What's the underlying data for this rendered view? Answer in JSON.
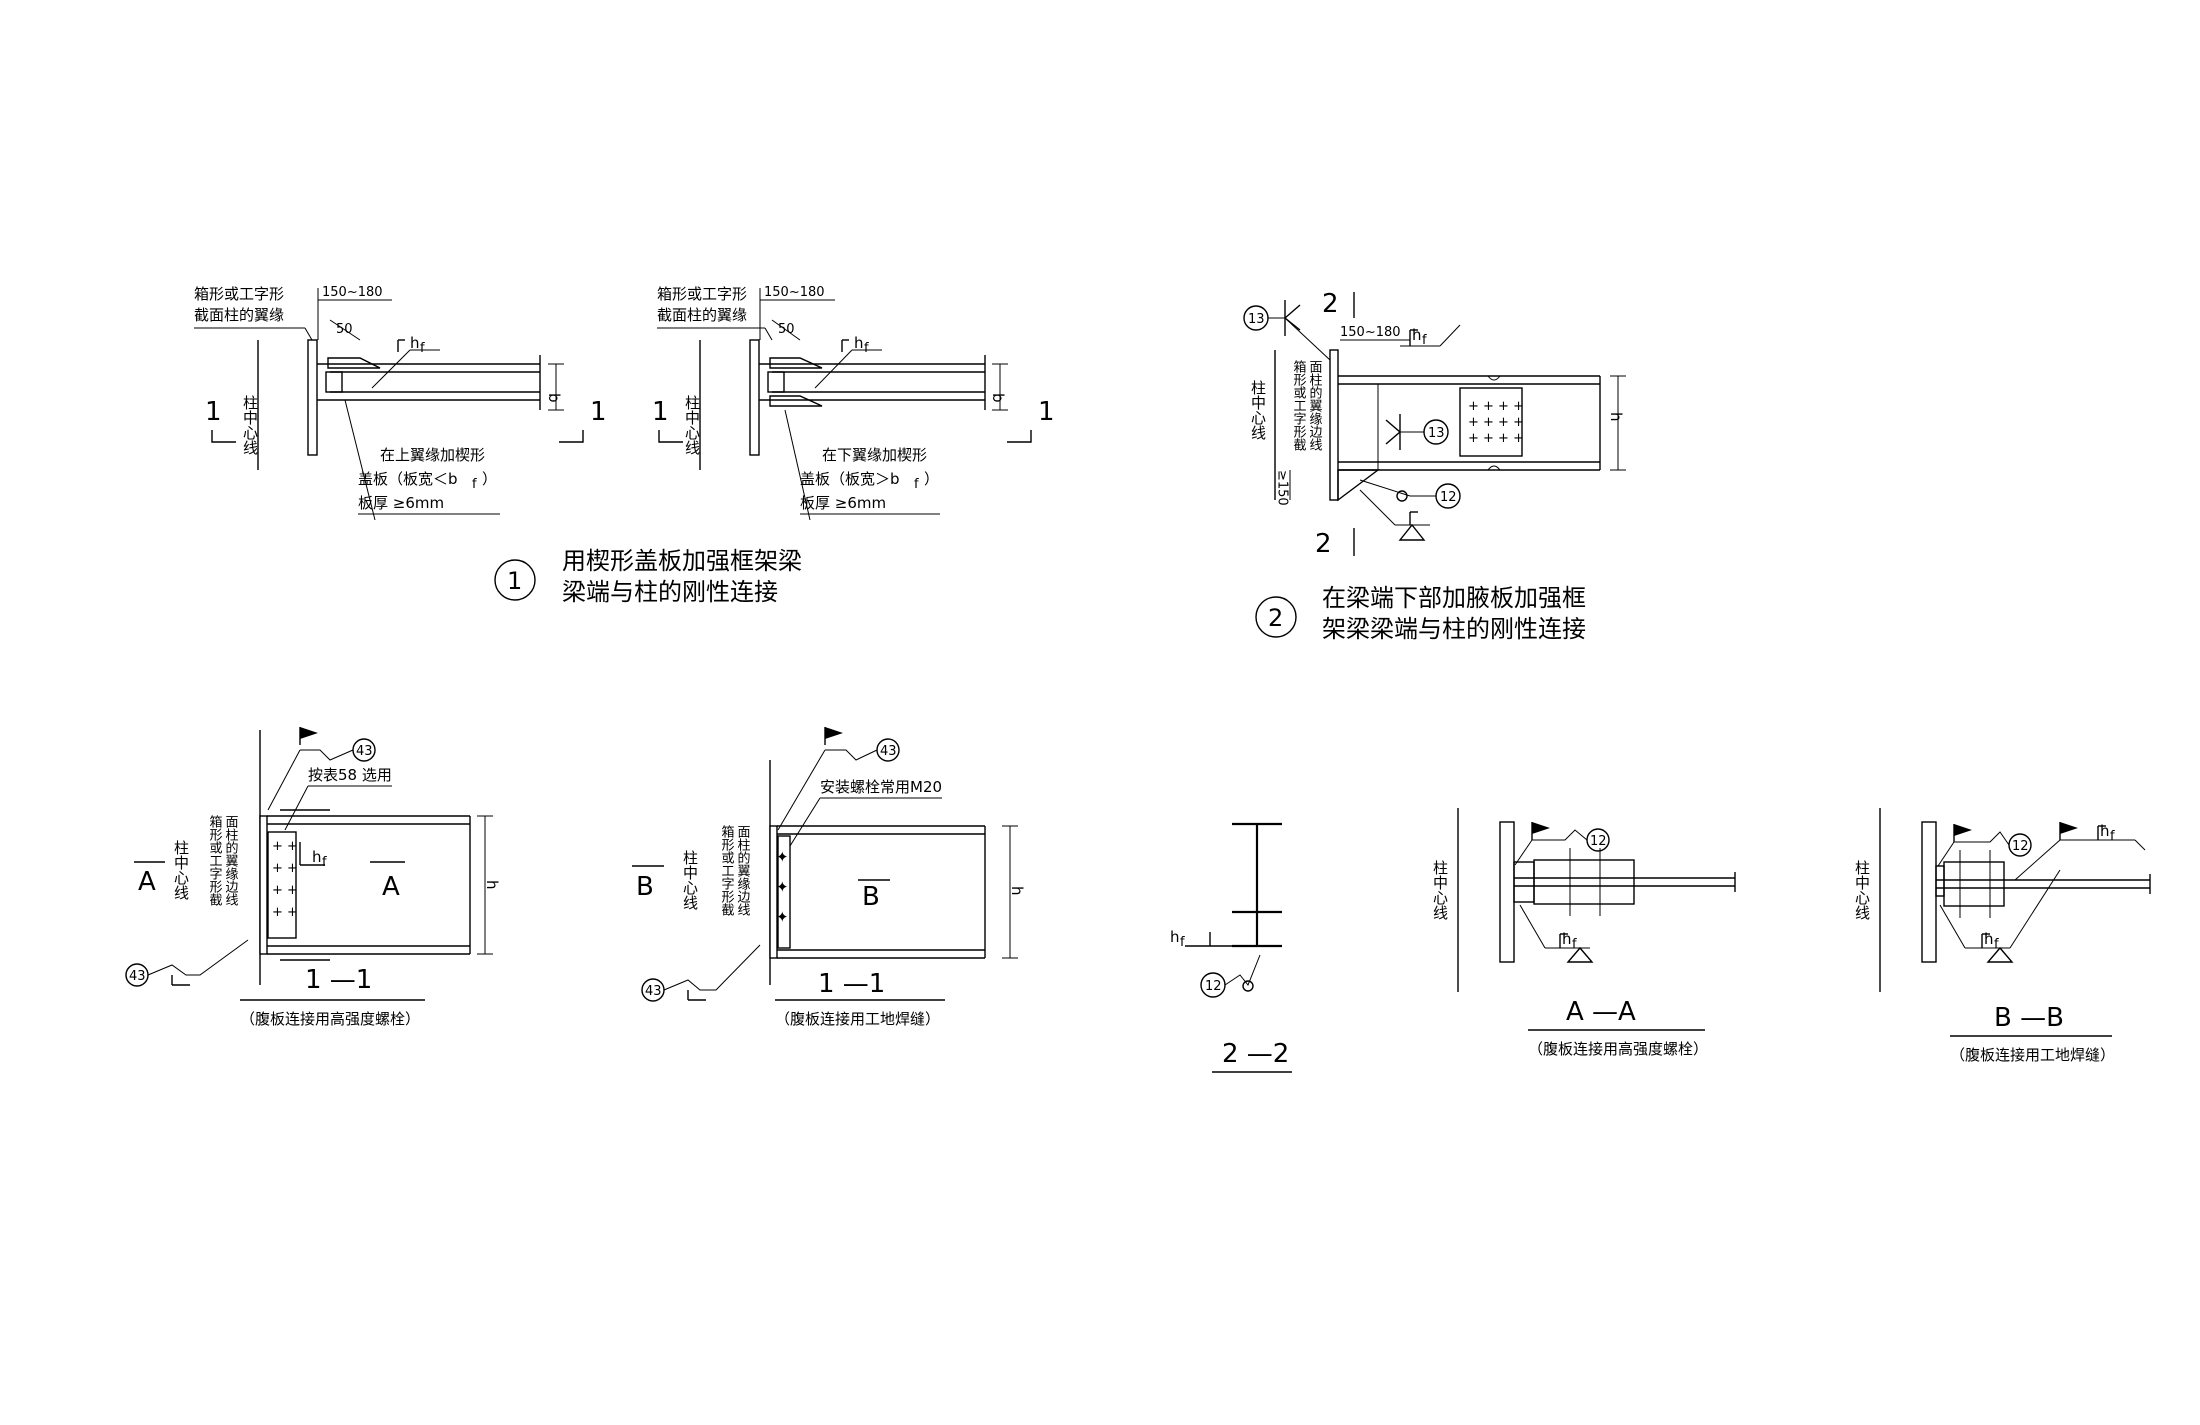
{
  "labels": {
    "col_flange": [
      "箱形或工字形",
      "截面柱的翼缘"
    ],
    "col_flange_vert": [
      "箱形或工字形截",
      "面柱的翼缘边线"
    ],
    "col_center": "柱中心线",
    "dim_150_180": "150~180",
    "dim_50": "50",
    "dim_ge150": "≥150",
    "hf": "h",
    "hf_sub": "f",
    "bf": "b",
    "bf_sub": "f",
    "hb": "h",
    "hb_sub": "b"
  },
  "detail1": {
    "left_note": [
      "在上翼缘加楔形",
      "盖板（板宽＜b",
      "板厚 ≥6mm"
    ],
    "right_note": [
      "在下翼缘加楔形",
      "盖板（板宽＞b",
      "板厚 ≥6mm"
    ],
    "note_sub": "f",
    "note_close": "）",
    "number": "1",
    "title": [
      "用楔形盖板加强框架梁",
      "梁端与柱的刚性连接"
    ]
  },
  "detail2": {
    "number": "2",
    "title": [
      "在梁端下部加腋板加强框",
      "架梁梁端与柱的刚性连接"
    ]
  },
  "section_marks": {
    "s1": "1",
    "s2": "2",
    "sA": "A",
    "sB": "B"
  },
  "callouts": {
    "c13": "13",
    "c12": "12",
    "c43": "43"
  },
  "sections": {
    "sec1a": {
      "title": "1 —1",
      "caption": "（腹板连接用高强度螺栓）",
      "note": "按表58 选用"
    },
    "sec1b": {
      "title": "1 —1",
      "caption": "（腹板连接用工地焊缝）",
      "note": "安装螺栓常用M20"
    },
    "sec22": {
      "title": "2 —2"
    },
    "secAA": {
      "title": "A —A",
      "caption": "（腹板连接用高强度螺栓）"
    },
    "secBB": {
      "title": "B —B",
      "caption": "（腹板连接用工地焊缝）"
    }
  }
}
